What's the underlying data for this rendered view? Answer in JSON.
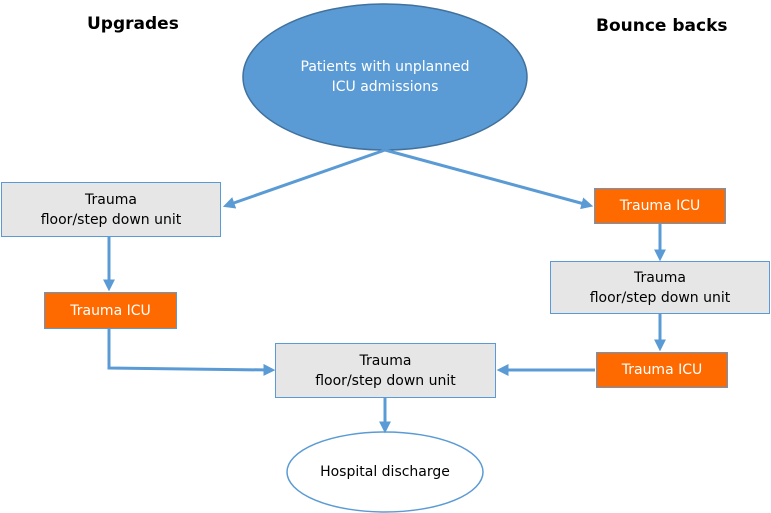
{
  "headings": {
    "left": "Upgrades",
    "right": "Bounce backs"
  },
  "nodes": {
    "start": {
      "line1": "Patients with unplanned",
      "line2": "ICU admissions"
    },
    "up_floor": {
      "line1": "Trauma",
      "line2": "floor/step down unit"
    },
    "up_icu": {
      "label": "Trauma ICU"
    },
    "bb_icu_1": {
      "label": "Trauma ICU"
    },
    "bb_floor": {
      "line1": "Trauma",
      "line2": "floor/step down unit"
    },
    "bb_icu_2": {
      "label": "Trauma ICU"
    },
    "center_floor": {
      "line1": "Trauma",
      "line2": "floor/step down unit"
    },
    "discharge": {
      "label": "Hospital discharge"
    }
  },
  "colors": {
    "arrow": "#5b9bd5",
    "ellipse_fill": "#5b9bd5",
    "orange": "#ff6a00",
    "gray": "#e6e6e6"
  }
}
